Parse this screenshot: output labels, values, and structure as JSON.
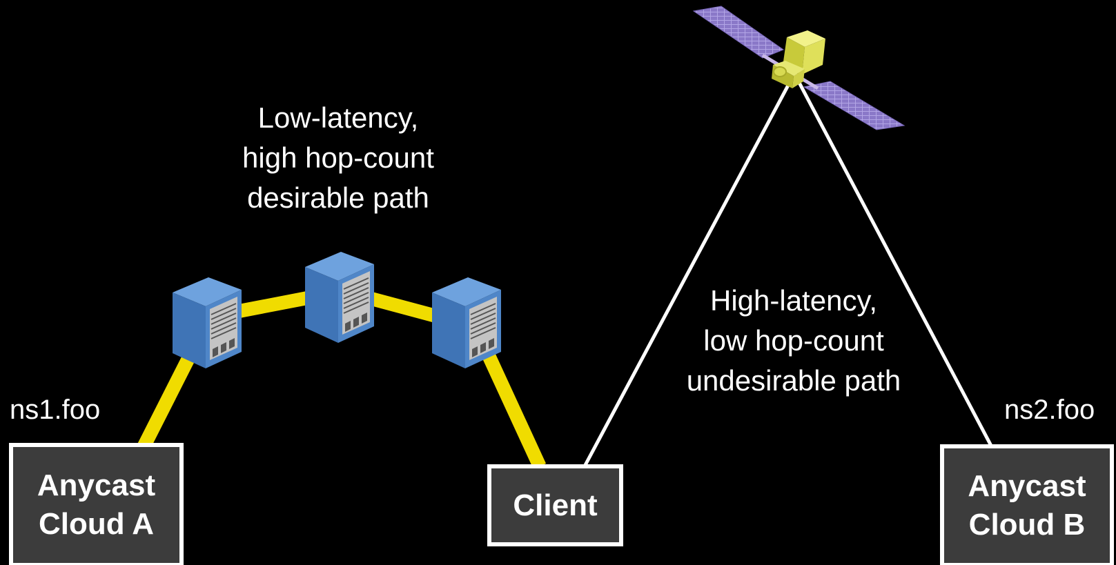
{
  "low_path_label": [
    "Low-latency,",
    "high hop-count",
    "desirable path"
  ],
  "high_path_label": [
    "High-latency,",
    "low hop-count",
    "undesirable path"
  ],
  "ns1": "ns1.foo",
  "ns2": "ns2.foo",
  "cloud_a": [
    "Anycast",
    "Cloud A"
  ],
  "cloud_b": [
    "Anycast",
    "Cloud B"
  ],
  "client": "Client",
  "colors": {
    "background": "#000000",
    "low_latency_link": "#f0dc00",
    "satellite_link": "#ffffff",
    "node_fill": "#3c3c3c",
    "server_blue": "#4a80c0",
    "satellite_body": "#dce060",
    "solar_panel": "#8a78c8"
  },
  "icons": [
    "server-icon",
    "satellite-icon"
  ]
}
